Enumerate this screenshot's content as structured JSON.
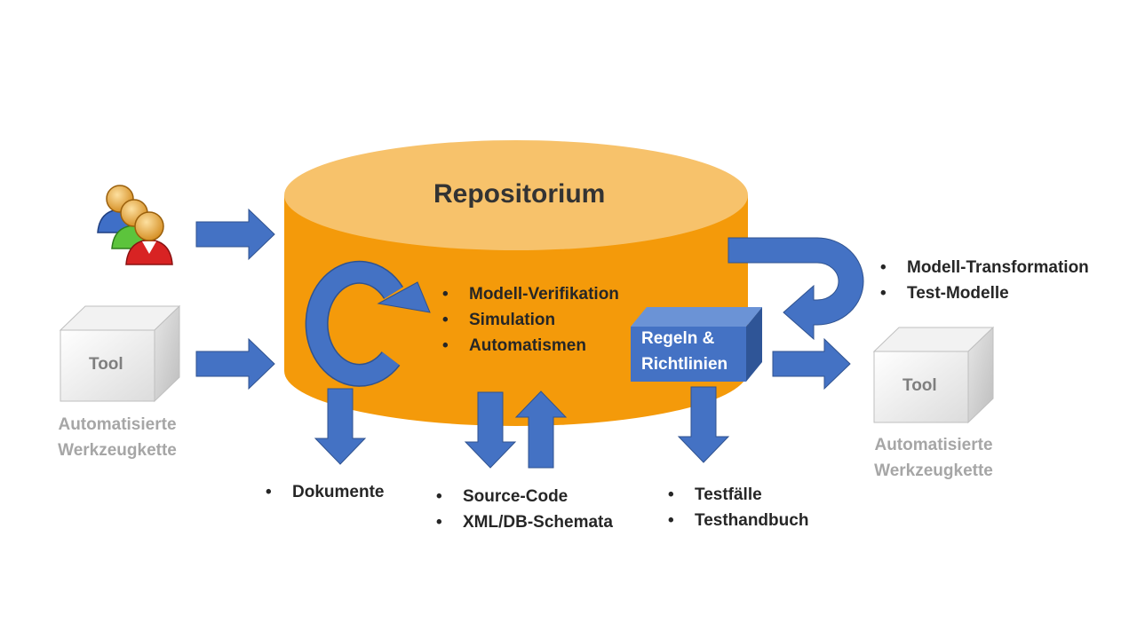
{
  "repository": {
    "title": "Repositorium",
    "activities": [
      "Modell-Verifikation",
      "Simulation",
      "Automatismen"
    ],
    "rules_box": "Regeln & Richtlinien"
  },
  "transformation": {
    "items": [
      "Modell-Transformation",
      "Test-Modelle"
    ]
  },
  "tool_left": {
    "label": "Tool",
    "caption": "Automatisierte Werkzeugkette"
  },
  "tool_right": {
    "label": "Tool",
    "caption": "Automatisierte Werkzeugkette"
  },
  "outputs": {
    "documents": [
      "Dokumente"
    ],
    "code": [
      "Source-Code",
      "XML/DB-Schemata"
    ],
    "tests": [
      "Testfälle",
      "Testhandbuch"
    ]
  },
  "colors": {
    "cylinder_body": "#F49A0A",
    "cylinder_top": "#F7C26B",
    "arrow": "#4472C4",
    "rules_box": "#4472C4"
  },
  "icons": {
    "users": "users-group-icon"
  }
}
